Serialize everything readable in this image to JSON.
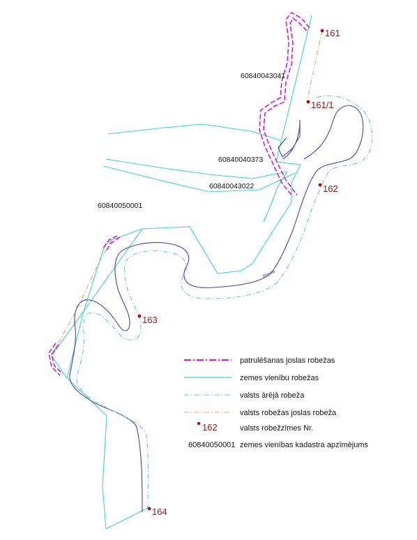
{
  "colors": {
    "patrol_border": "#d21ad2",
    "land_unit_border": "#3fd0d8",
    "state_outer_border": "#5fc9b8",
    "state_border_zone": "#e0a060",
    "river": "#4a3fa6",
    "marker": "#a01010"
  },
  "parcels": {
    "p1": "60840043041",
    "p2": "60840040373",
    "p3": "60840043022",
    "p4": "60840050001"
  },
  "markers": {
    "m161": "161",
    "m161_1": "161/1",
    "m162": "162",
    "m163": "163",
    "m164": "164"
  },
  "river_name": "Rosica",
  "legend": {
    "patrol": "patrulēšanas joslas robežas",
    "land_units": "zemes vienību robežas",
    "outer_border": "valsts ārējā robeža",
    "border_zone": "valsts robežas joslas robeža",
    "marker_sample": "162",
    "marker_text": "valsts robežzīmes Nr.",
    "parcel_sample": "60840050001",
    "parcel_text": "zemes vienības kadastra apzīmējums"
  }
}
